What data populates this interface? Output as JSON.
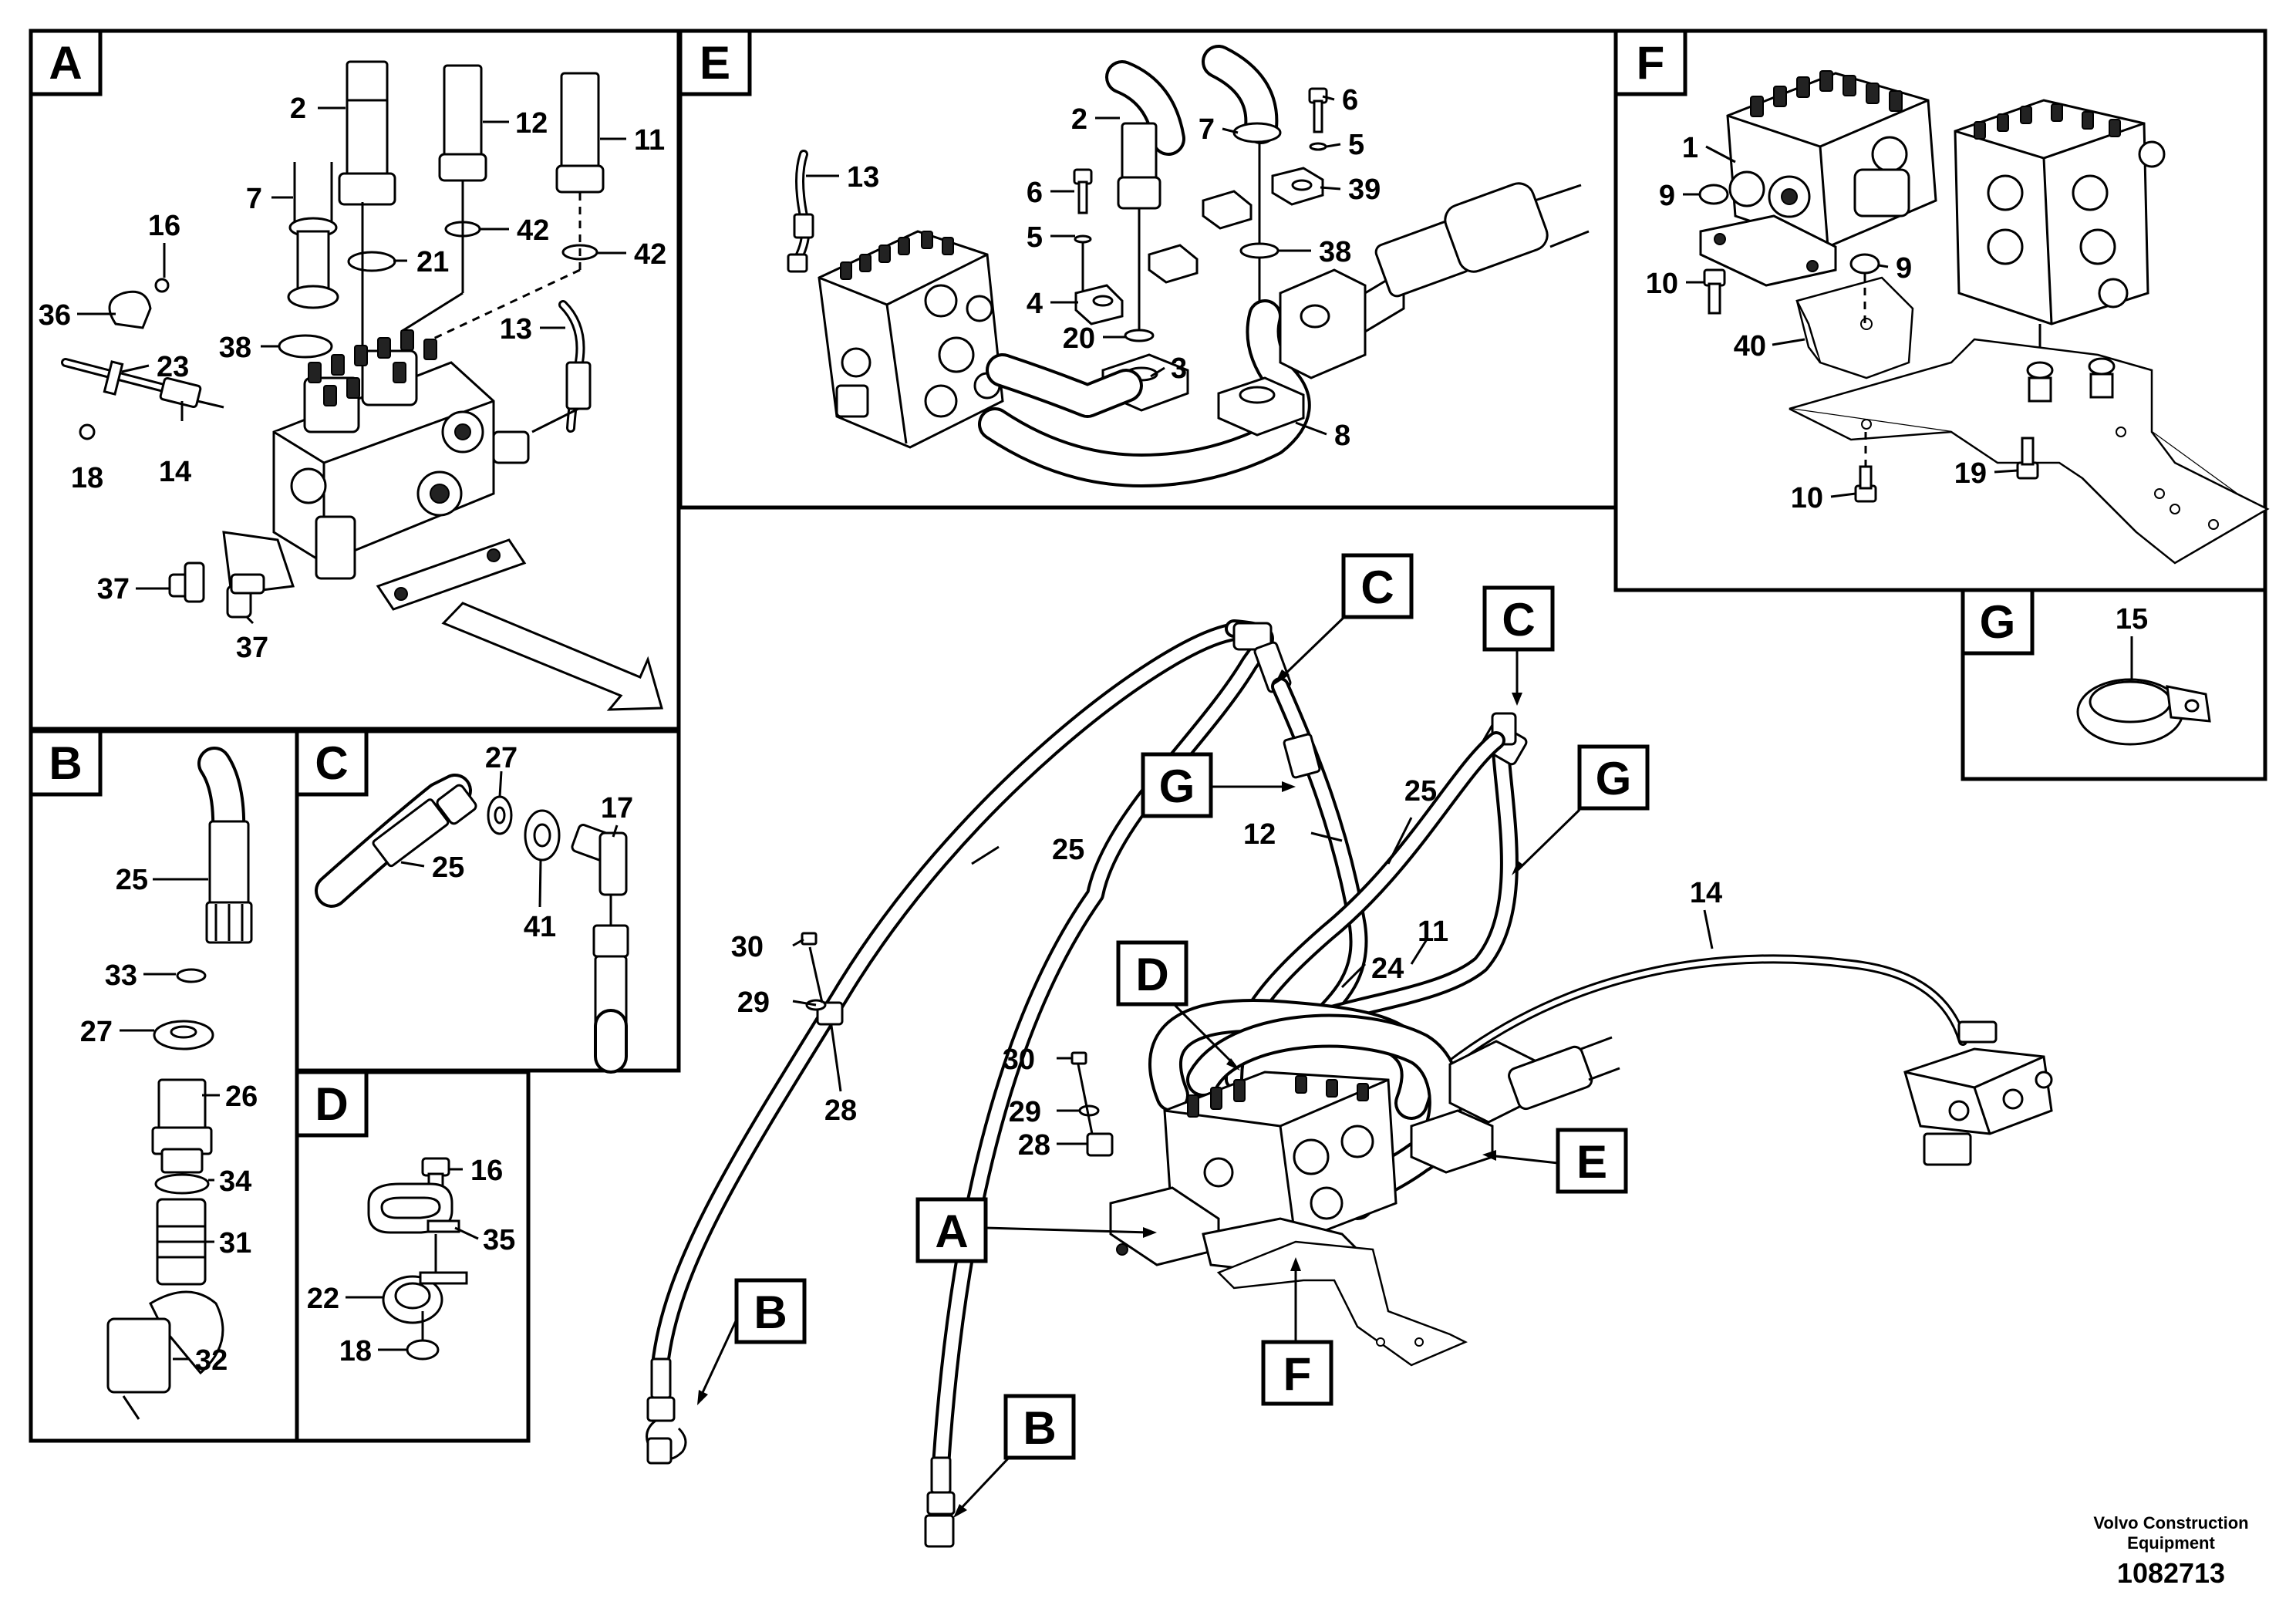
{
  "views": {
    "A": "A",
    "B": "B",
    "C": "C",
    "D": "D",
    "E": "E",
    "F": "F",
    "G": "G"
  },
  "refs": {
    "A_2": "2",
    "A_7": "7",
    "A_12": "12",
    "A_11": "11",
    "A_16": "16",
    "A_21": "21",
    "A_42a": "42",
    "A_42b": "42",
    "A_36": "36",
    "A_23": "23",
    "A_38": "38",
    "A_13": "13",
    "A_18": "18",
    "A_14": "14",
    "A_37a": "37",
    "A_37b": "37",
    "B_25": "25",
    "B_33": "33",
    "B_27": "27",
    "B_26": "26",
    "B_34": "34",
    "B_31": "31",
    "B_32": "32",
    "C_27": "27",
    "C_17": "17",
    "C_25": "25",
    "C_41": "41",
    "D_16": "16",
    "D_35": "35",
    "D_22": "22",
    "D_18": "18",
    "E_2": "2",
    "E_7": "7",
    "E_6a": "6",
    "E_5a": "5",
    "E_13": "13",
    "E_6b": "6",
    "E_39": "39",
    "E_5b": "5",
    "E_38": "38",
    "E_4": "4",
    "E_20": "20",
    "E_3": "3",
    "E_8": "8",
    "F_1": "1",
    "F_9a": "9",
    "F_10a": "10",
    "F_9b": "9",
    "F_40": "40",
    "F_10b": "10",
    "F_19": "19",
    "G_15": "15",
    "M_25a": "25",
    "M_25b": "25",
    "M_12": "12",
    "M_11": "11",
    "M_24": "24",
    "M_14": "14",
    "M_30a": "30",
    "M_29a": "29",
    "M_28a": "28",
    "M_30b": "30",
    "M_29b": "29",
    "M_28b": "28"
  },
  "callouts": {
    "c_C1": "C",
    "c_C2": "C",
    "c_G1": "G",
    "c_G2": "G",
    "c_D": "D",
    "c_E": "E",
    "c_A": "A",
    "c_F": "F",
    "c_B1": "B",
    "c_B2": "B"
  },
  "footer": {
    "brand_line1": "Volvo Construction",
    "brand_line2": "Equipment",
    "drawing_number": "1082713"
  }
}
